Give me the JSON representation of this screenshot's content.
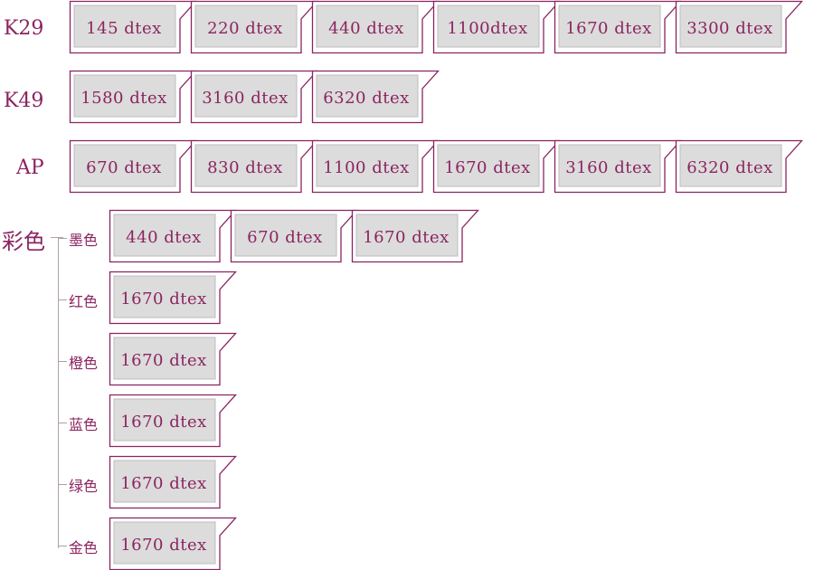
{
  "colors": {
    "accent": "#8b2460",
    "chip_fill": "#dcdcdc",
    "chip_border": "#8b2460"
  },
  "rows": [
    {
      "label": "K29",
      "chips": [
        "145 dtex",
        "220 dtex",
        "440 dtex",
        "1100dtex",
        "1670 dtex",
        "3300 dtex"
      ]
    },
    {
      "label": "K49",
      "chips": [
        "1580 dtex",
        "3160 dtex",
        "6320 dtex"
      ]
    },
    {
      "label": "AP",
      "chips": [
        "670 dtex",
        "830 dtex",
        "1100 dtex",
        "1670 dtex",
        "3160 dtex",
        "6320 dtex"
      ]
    }
  ],
  "color_section": {
    "label": "彩色",
    "items": [
      {
        "label": "墨色",
        "chips": [
          "440 dtex",
          "670 dtex",
          "1670 dtex"
        ]
      },
      {
        "label": "红色",
        "chips": [
          "1670 dtex"
        ]
      },
      {
        "label": "橙色",
        "chips": [
          "1670 dtex"
        ]
      },
      {
        "label": "蓝色",
        "chips": [
          "1670 dtex"
        ]
      },
      {
        "label": "绿色",
        "chips": [
          "1670 dtex"
        ]
      },
      {
        "label": "金色",
        "chips": [
          "1670 dtex"
        ]
      }
    ]
  }
}
